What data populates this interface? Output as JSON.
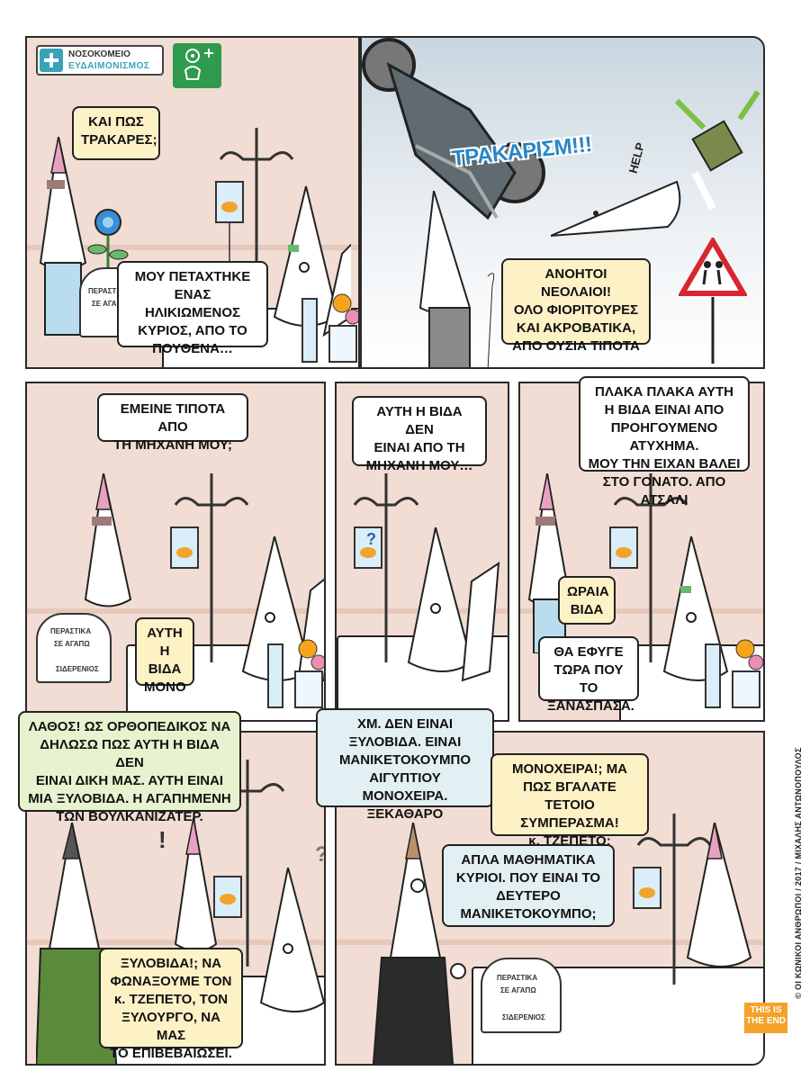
{
  "hospital": {
    "name_line1": "ΝΟΣΟΚΟΜΕΙΟ",
    "name_line2": "ΕΥΔΑΙΜΟΝΙΣΜΟΣ"
  },
  "sound_effects": {
    "crash": "ΤΡΑΚΑΡΙΣΜ!!!",
    "help": "HELP",
    "exclaim": "!",
    "question": "?"
  },
  "get_well_sign": {
    "line1": "ΠΕΡΑΣΤΙΚΑ",
    "line2": "ΣΕ ΑΓΑΠΩ",
    "signature": "ΣΙΔΕΡΕΝΙΟΣ"
  },
  "bubbles": {
    "p1_question": "ΚΑΙ ΠΩΣ\nΤΡΑΚΑΡΕΣ;",
    "p1_answer": "ΜΟΥ ΠΕΤΑΧΤΗΚΕ\nΕΝΑΣ ΗΛΙΚΙΩΜΕΝΟΣ\nΚΥΡΙΟΣ, ΑΠΟ ΤΟ\nΠΟΥΘΕΝΑ…",
    "p2_old_man": "ΑΝΟΗΤΟΙ ΝΕΟΛΑΙΟΙ!\nΟΛΟ ΦΙΟΡΙΤΟΥΡΕΣ\nΚΑΙ ΑΚΡΟΒΑΤΙΚΑ,\nΑΠΟ ΟΥΣΙΑ ΤΙΠΟΤΑ",
    "p3_question": "ΕΜΕΙΝΕ ΤΙΠΟΤΑ ΑΠΟ\nΤΗ ΜΗΧΑΝΗ ΜΟΥ;",
    "p3_answer": "ΑΥΤΗ\nΗ ΒΙΔΑ\nΜΟΝΟ",
    "p4_patient": "ΑΥΤΗ Η ΒΙΔΑ ΔΕΝ\nΕΙΝΑΙ ΑΠΟ ΤΗ\nΜΗΧΑΝΗ ΜΟΥ…",
    "p5_patient": "ΠΛΑΚΑ ΠΛΑΚΑ ΑΥΤΗ\nΗ ΒΙΔΑ ΕΙΝΑΙ ΑΠΟ\nΠΡΟΗΓΟΥΜΕΝΟ ΑΤΥΧΗΜΑ.\nΜΟΥ ΤΗΝ ΕΙΧΑΝ ΒΑΛΕΙ\nΣΤΟ ΓΟΝΑΤΟ. ΑΠΟ ΑΤΣΑΛΙ",
    "p5_visitor1": "ΩΡΑΙΑ\nΒΙΔΑ",
    "p5_visitor2": "ΘΑ ΕΦΥΓΕ\nΤΩΡΑ ΠΟΥ ΤΟ\nΞΑΝΑΣΠΑΣΑ.",
    "p6_doctor": "ΛΑΘΟΣ! ΩΣ ΟΡΘΟΠΕΔΙΚΟΣ ΝΑ\nΔΗΛΩΣΩ ΠΩΣ ΑΥΤΗ Η ΒΙΔΑ ΔΕΝ\nΕΙΝΑΙ ΔΙΚΗ ΜΑΣ. ΑΥΤΗ ΕΙΝΑΙ\nΜΙΑ ΞΥΛΟΒΙΔΑ. Η ΑΓΑΠΗΜΕΝΗ\nΤΩΝ ΒΟΥΛΚΑΝΙΖΑΤΕΡ.",
    "p6_visitor": "ΞΥΛΟΒΙΔΑ!; ΝΑ\nΦΩΝΑΞΟΥΜΕ ΤΟΝ\nκ. ΤΖΕΠΕΤΟ, ΤΟΝ\nΞΥΛΟΥΡΓΟ, ΝΑ ΜΑΣ\nΤΟ ΕΠΙΒΕΒΑΙΩΣΕΙ.",
    "p7_detective": "ΧΜ. ΔΕΝ ΕΙΝΑΙ\nΞΥΛΟΒΙΔΑ. ΕΙΝΑΙ\nΜΑΝΙΚΕΤΟΚΟΥΜΠΟ\nΑΙΓΥΠΤΙΟΥ ΜΟΝΟΧΕΙΡΑ.\nΞΕΚΑΘΑΡΟ",
    "p7_patient": "ΜΟΝΟΧΕΙΡΑ!; ΜΑ\nΠΩΣ ΒΓΑΛΑΤΕ ΤΕΤΟΙΟ\nΣΥΜΠΕΡΑΣΜΑ!\nκ. ΤΖΕΠΕΤΟ;",
    "p7_detective2": "ΑΠΛΑ ΜΑΘΗΜΑΤΙΚΑ\nΚΥΡΙΟΙ. ΠΟΥ ΕΙΝΑΙ ΤΟ\nΔΕΥΤΕΡΟ\nΜΑΝΙΚΕΤΟΚΟΥΜΠΟ;"
  },
  "credit": "© ΟΙ ΚΩΝΙΚΟΙ ΑΝΘΡΩΠΟΙ / 2017 / ΜΙΧΑΛΗΣ ΑΝΤΩΝΟΠΟΥΛΟΣ",
  "end_badge": {
    "line1": "THIS IS",
    "line2": "THE END"
  },
  "colors": {
    "wall": "#f1ddd3",
    "bubble_yellow": "#fdf2c6",
    "bubble_green": "#e9f2cf",
    "bubble_blue": "#e2eff3",
    "crash_blue": "#2a86c7",
    "end_orange": "#f4a22b",
    "hospital_teal": "#3aa2b8"
  }
}
